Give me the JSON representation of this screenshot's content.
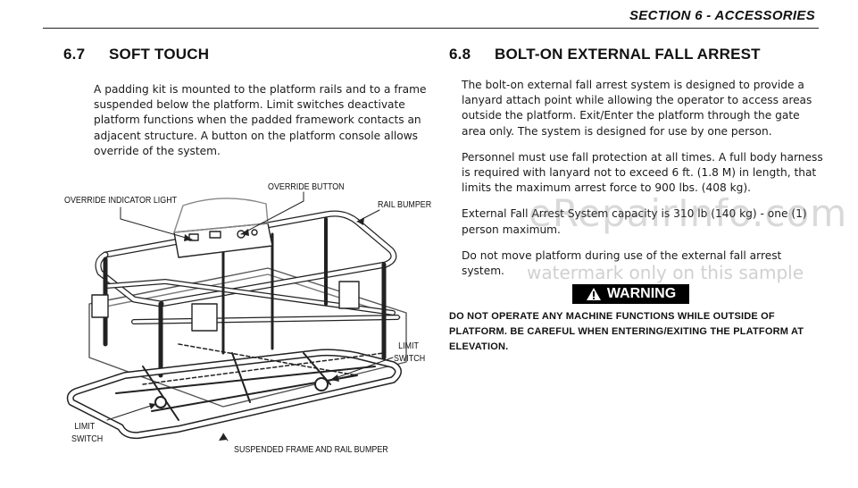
{
  "header": {
    "section_title": "SECTION 6 - ACCESSORIES"
  },
  "left": {
    "number": "6.7",
    "title": "SOFT TOUCH",
    "paragraph": "A padding kit is mounted to the platform rails and to a frame suspended below the platform. Limit switches deactivate platform functions when the padded framework contacts an adjacent structure. A button on the platform console allows override of the system.",
    "callouts": {
      "override_indicator_light": "OVERRIDE INDICATOR LIGHT",
      "override_button": "OVERRIDE BUTTON",
      "rail_bumper": "RAIL BUMPER",
      "limit_switch_right_1": "LIMIT",
      "limit_switch_right_2": "SWITCH",
      "limit_switch_left_1": "LIMIT",
      "limit_switch_left_2": "SWITCH",
      "suspended_frame": "SUSPENDED FRAME AND RAIL BUMPER"
    }
  },
  "right": {
    "number": "6.8",
    "title": "BOLT-ON EXTERNAL FALL ARREST",
    "paragraphs": [
      "The bolt-on external fall arrest system is designed to provide a lanyard attach point while allowing the operator to access areas outside the platform. Exit/Enter the platform through the gate area only. The system is designed for use by one person.",
      "Personnel must use fall protection at all times. A full body harness is required with lanyard not to exceed 6 ft. (1.8 M) in length, that limits the maximum arrest force to 900 lbs. (408 kg).",
      "External Fall Arrest System capacity is 310 lb (140 kg) - one (1) person maximum.",
      "Do not move platform during use of the external fall arrest system."
    ],
    "warning_label": "WARNING",
    "warning_text": "DO NOT OPERATE ANY MACHINE FUNCTIONS WHILE OUTSIDE OF PLATFORM. BE CAREFUL WHEN ENTERING/EXITING THE PLATFORM AT ELEVATION."
  },
  "watermark": {
    "brand": "eRepairInfo.com",
    "note": "watermark only on this sample"
  },
  "icons": {
    "warning": "warning-triangle-icon"
  },
  "colors": {
    "text": "#1a1a1a",
    "warning_bg": "#000000",
    "watermark": "#9a9a9a"
  }
}
